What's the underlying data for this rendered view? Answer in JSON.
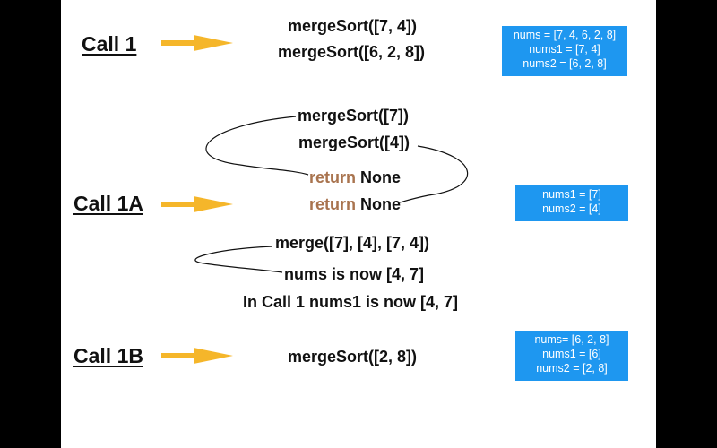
{
  "calls": [
    {
      "label": "Call 1"
    },
    {
      "label": "Call 1A"
    },
    {
      "label": "Call 1B"
    }
  ],
  "call1": {
    "lines": [
      "mergeSort([7, 4])",
      "mergeSort([6, 2, 8])"
    ]
  },
  "call1a": {
    "line1": "mergeSort([7])",
    "line2": "mergeSort([4])",
    "return_keyword": "return",
    "return_value": "None",
    "merge_line": "merge([7], [4], [7, 4])",
    "nums_now": "nums is now [4, 7]",
    "call1_nums1_now": "In Call 1 nums1 is now [4, 7]"
  },
  "call1b": {
    "line": "mergeSort([2, 8])"
  },
  "boxes": [
    {
      "lines": [
        "nums = [7, 4, 6, 2, 8]",
        "nums1 = [7, 4]",
        "nums2 = [6, 2, 8]"
      ]
    },
    {
      "lines": [
        "nums1 = [7]",
        "nums2 = [4]"
      ]
    },
    {
      "lines": [
        "nums= [6, 2, 8]",
        "nums1 = [6]",
        "nums2 = [2, 8]"
      ]
    }
  ],
  "colors": {
    "arrow": "#f5b62a",
    "box": "#1e97f0",
    "return_keyword": "#a9744f"
  }
}
